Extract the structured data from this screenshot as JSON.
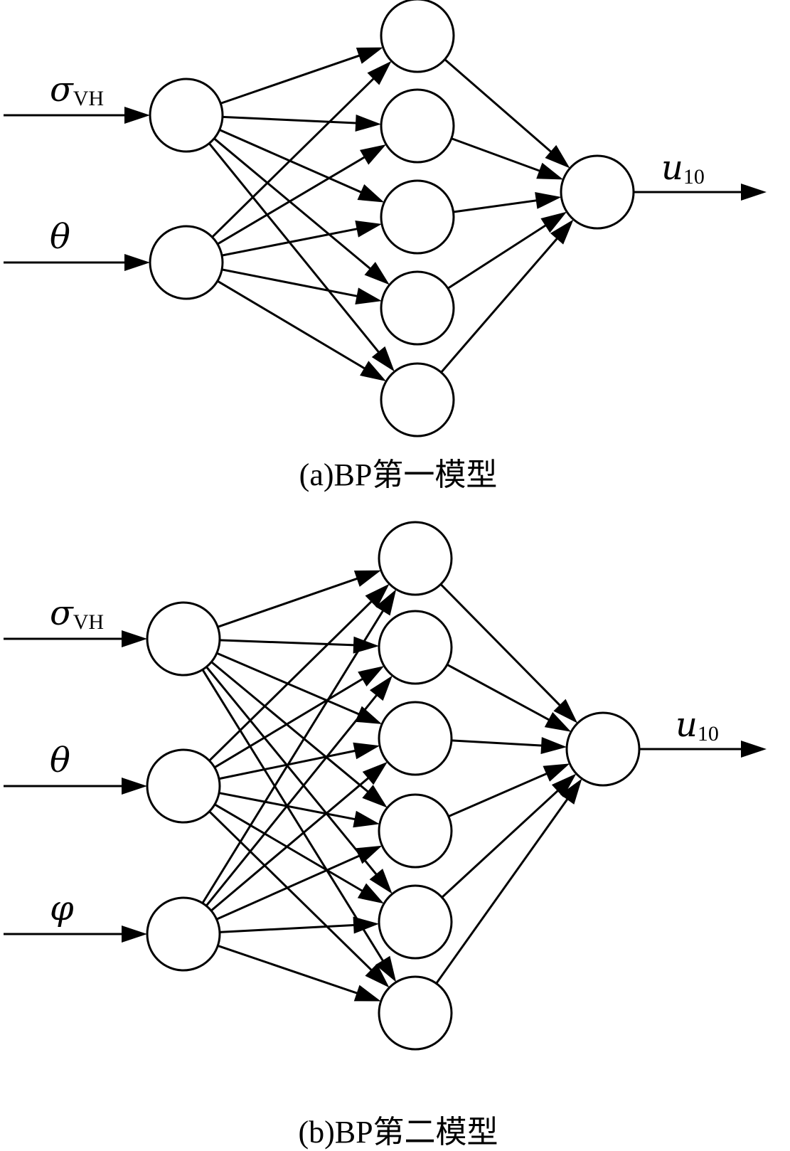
{
  "diagram_a": {
    "caption": "(a)BP第一模型",
    "inputs": [
      {
        "symbol": "σ",
        "subscript": "VH"
      },
      {
        "symbol": "θ",
        "subscript": ""
      }
    ],
    "hidden_count": 5,
    "output": {
      "symbol": "u",
      "subscript": "10"
    }
  },
  "diagram_b": {
    "caption": "(b)BP第二模型",
    "inputs": [
      {
        "symbol": "σ",
        "subscript": "VH"
      },
      {
        "symbol": "θ",
        "subscript": ""
      },
      {
        "symbol": "φ",
        "subscript": ""
      }
    ],
    "hidden_count": 6,
    "output": {
      "symbol": "u",
      "subscript": "10"
    }
  }
}
